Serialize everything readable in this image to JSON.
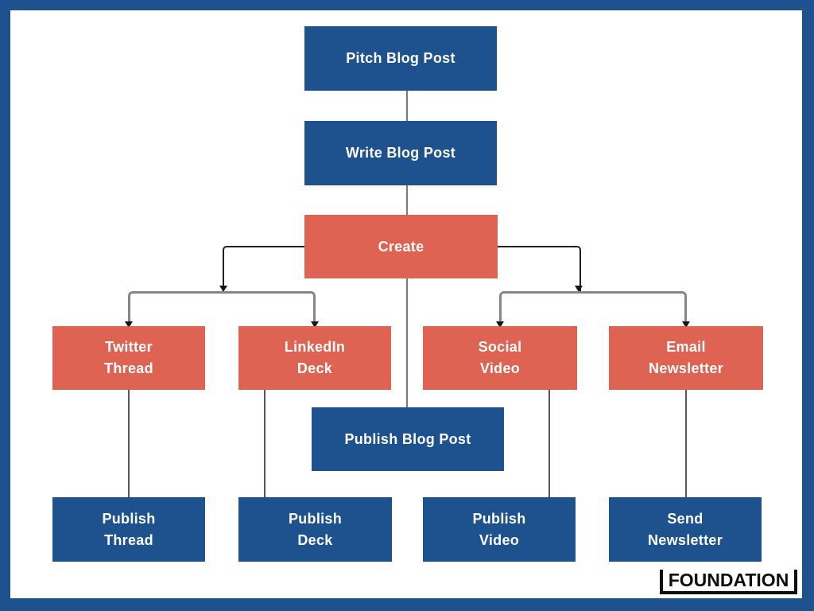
{
  "diagram_type": "flowchart",
  "nodes": {
    "pitch_blog_post": {
      "label": "Pitch Blog Post",
      "color": "blue"
    },
    "write_blog_post": {
      "label": "Write Blog Post",
      "color": "blue"
    },
    "create": {
      "label": "Create",
      "color": "red"
    },
    "twitter_thread": {
      "label": "Twitter\nThread",
      "color": "red"
    },
    "linkedin_deck": {
      "label": "LinkedIn\nDeck",
      "color": "red"
    },
    "social_video": {
      "label": "Social\nVideo",
      "color": "red"
    },
    "email_newsletter": {
      "label": "Email\nNewsletter",
      "color": "red"
    },
    "publish_blog_post": {
      "label": "Publish Blog Post",
      "color": "blue"
    },
    "publish_thread": {
      "label": "Publish\nThread",
      "color": "blue"
    },
    "publish_deck": {
      "label": "Publish\nDeck",
      "color": "blue"
    },
    "publish_video": {
      "label": "Publish\nVideo",
      "color": "blue"
    },
    "send_newsletter": {
      "label": "Send\nNewsletter",
      "color": "blue"
    }
  },
  "edges": [
    {
      "from": "Pitch Blog Post",
      "to": "Write Blog Post"
    },
    {
      "from": "Write Blog Post",
      "to": "Create"
    },
    {
      "from": "Create",
      "to": "Twitter Thread"
    },
    {
      "from": "Create",
      "to": "LinkedIn Deck"
    },
    {
      "from": "Create",
      "to": "Social Video"
    },
    {
      "from": "Create",
      "to": "Email Newsletter"
    },
    {
      "from": "Create",
      "to": "Publish Blog Post"
    },
    {
      "from": "Twitter Thread",
      "to": "Publish Thread"
    },
    {
      "from": "LinkedIn Deck",
      "to": "Publish Deck"
    },
    {
      "from": "Social Video",
      "to": "Publish Video"
    },
    {
      "from": "Email Newsletter",
      "to": "Send Newsletter"
    }
  ],
  "logo": {
    "text": "FOUNDATION"
  },
  "colors": {
    "frame_blue": "#1E528F",
    "node_blue": "#1E528F",
    "node_red": "#DE6353",
    "line_gray": "#7A7A7A",
    "branch_black": "#1F1F1F",
    "logo_black": "#0E0E0E"
  }
}
